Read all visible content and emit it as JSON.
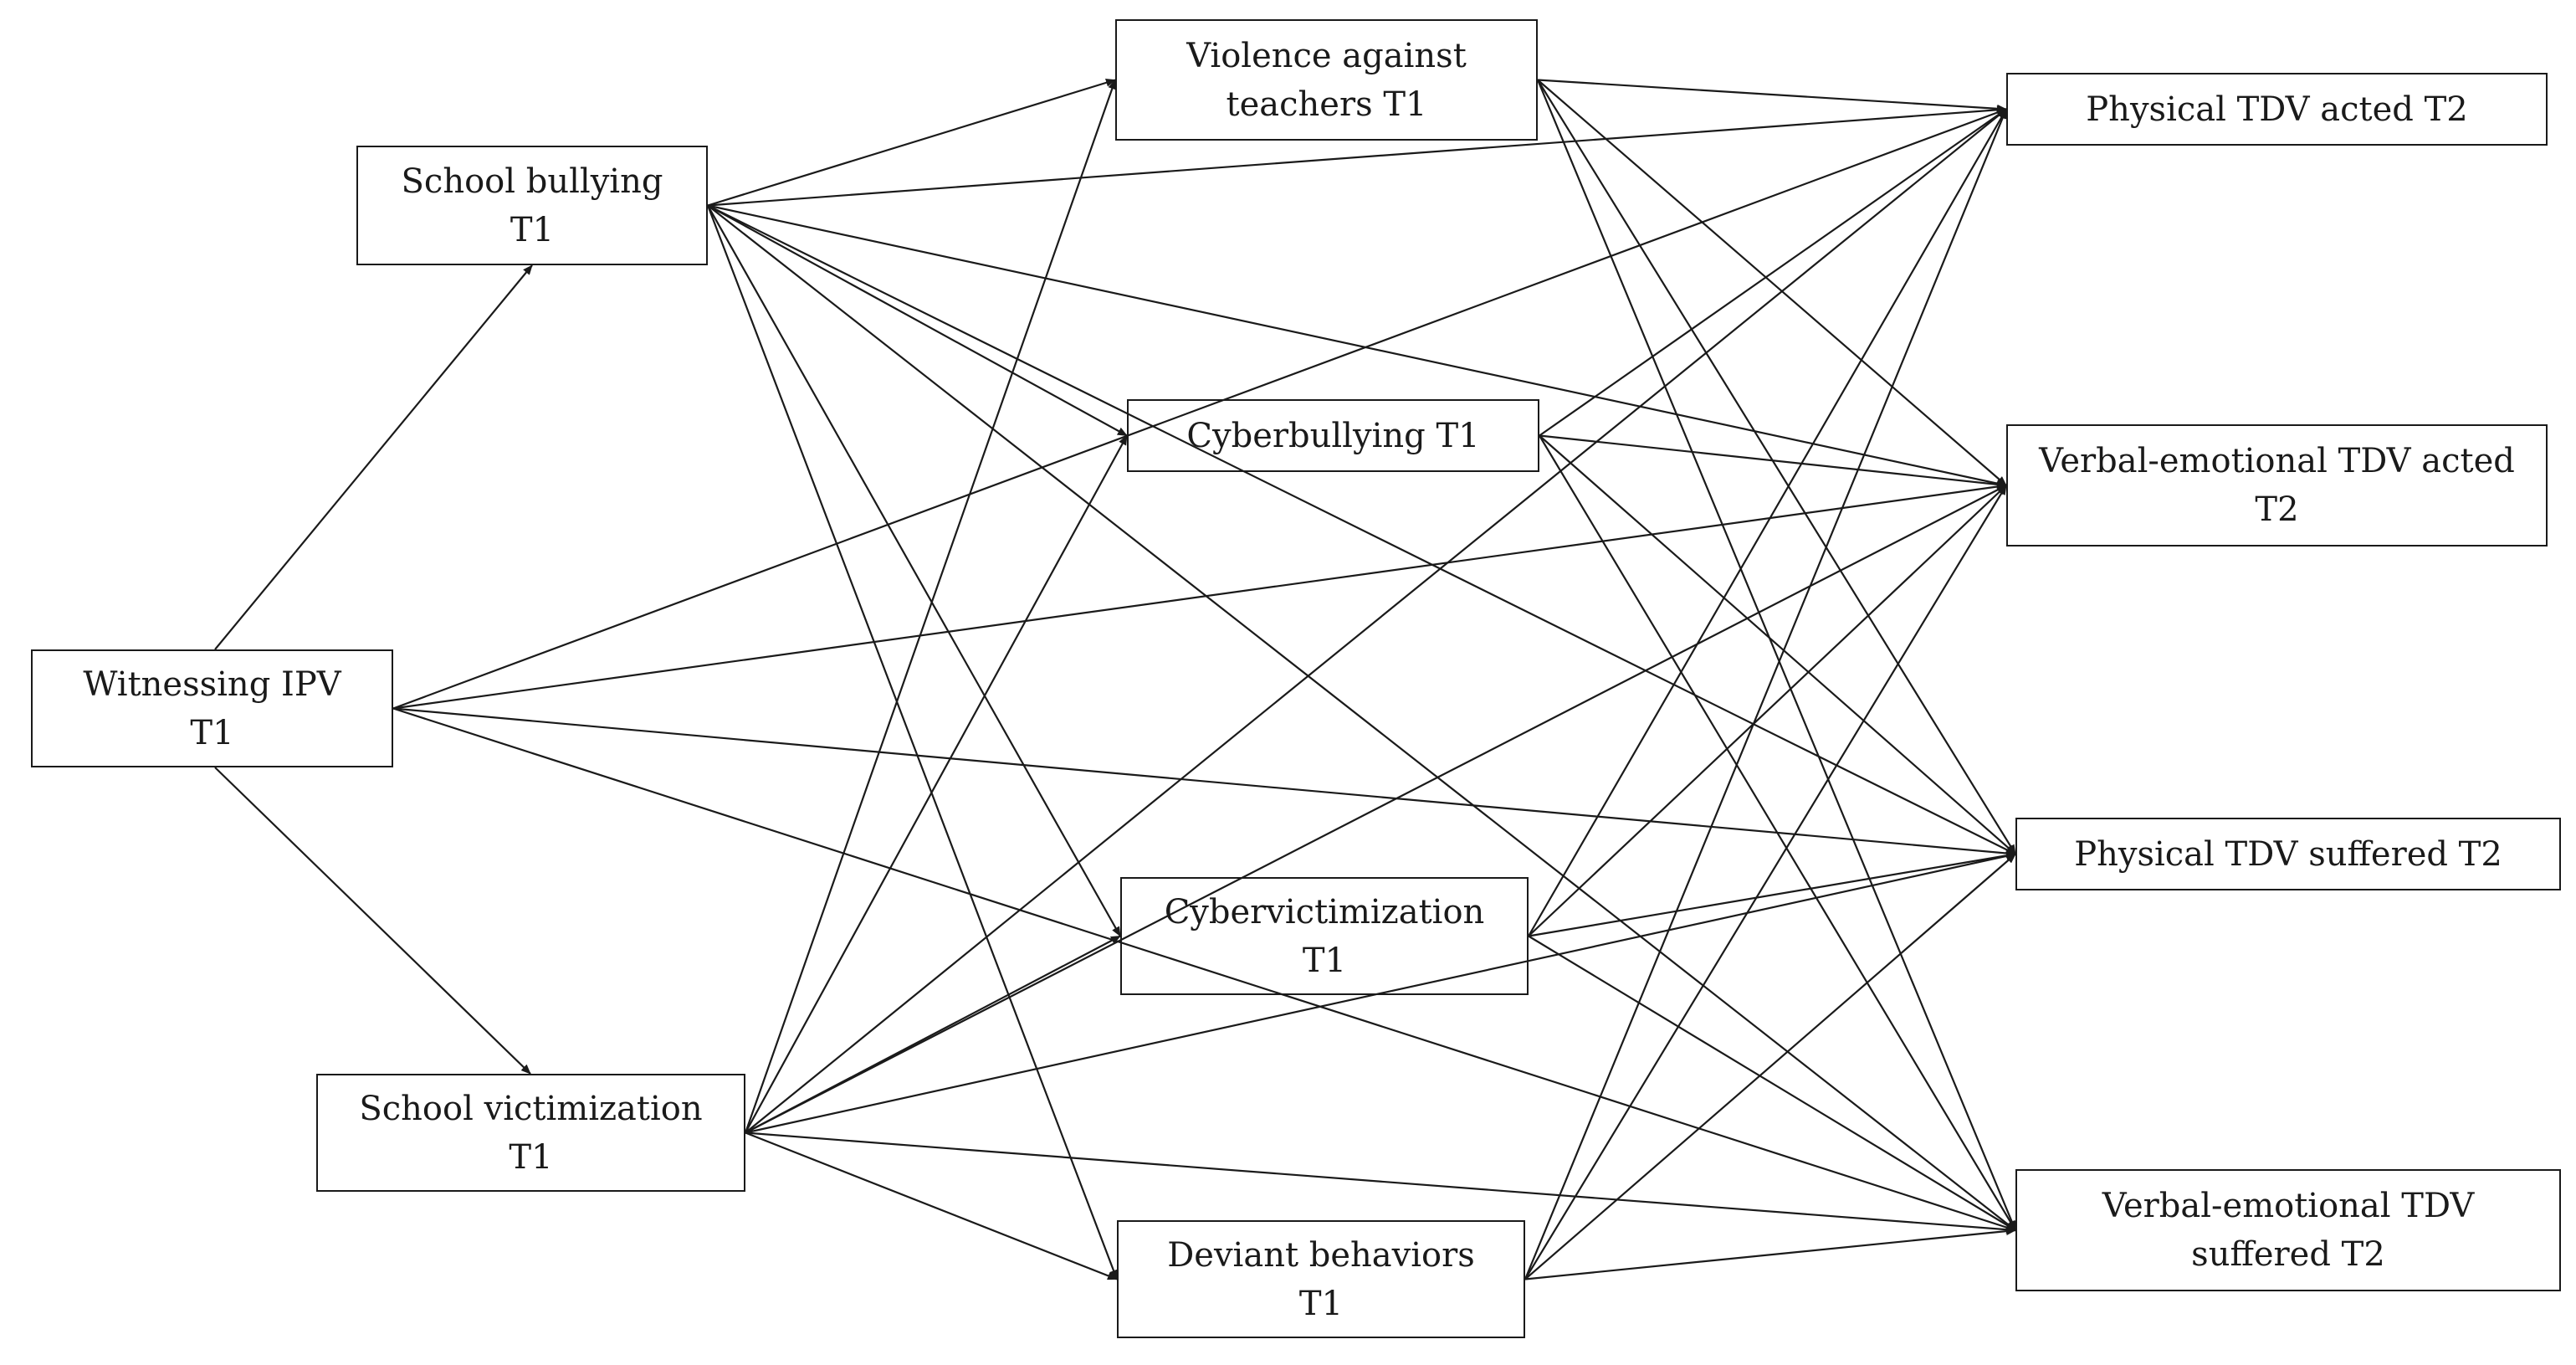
{
  "diagram": {
    "nodes": [
      {
        "id": "witnessing_ipv",
        "lines": [
          "Witnessing IPV",
          "T1"
        ]
      },
      {
        "id": "school_bullying",
        "lines": [
          "School bullying",
          "T1"
        ]
      },
      {
        "id": "school_victimization",
        "lines": [
          "School victimization",
          "T1"
        ]
      },
      {
        "id": "violence_teachers",
        "lines": [
          "Violence against",
          "teachers T1"
        ]
      },
      {
        "id": "cyberbullying",
        "lines": [
          "Cyberbullying T1"
        ]
      },
      {
        "id": "cybervictimization",
        "lines": [
          "Cybervictimization",
          "T1"
        ]
      },
      {
        "id": "deviant_behaviors",
        "lines": [
          "Deviant behaviors",
          "T1"
        ]
      },
      {
        "id": "physical_acted",
        "lines": [
          "Physical TDV acted T2"
        ]
      },
      {
        "id": "verbal_acted",
        "lines": [
          "Verbal-emotional TDV acted",
          "T2"
        ]
      },
      {
        "id": "physical_suffered",
        "lines": [
          "Physical TDV suffered T2"
        ]
      },
      {
        "id": "verbal_suffered",
        "lines": [
          "Verbal-emotional TDV",
          "suffered T2"
        ]
      }
    ],
    "edges": [
      [
        "witnessing_ipv",
        "school_bullying"
      ],
      [
        "witnessing_ipv",
        "school_victimization"
      ],
      [
        "witnessing_ipv",
        "physical_acted"
      ],
      [
        "witnessing_ipv",
        "verbal_acted"
      ],
      [
        "witnessing_ipv",
        "physical_suffered"
      ],
      [
        "witnessing_ipv",
        "verbal_suffered"
      ],
      [
        "school_bullying",
        "violence_teachers"
      ],
      [
        "school_bullying",
        "cyberbullying"
      ],
      [
        "school_bullying",
        "cybervictimization"
      ],
      [
        "school_bullying",
        "deviant_behaviors"
      ],
      [
        "school_bullying",
        "physical_acted"
      ],
      [
        "school_bullying",
        "verbal_acted"
      ],
      [
        "school_bullying",
        "physical_suffered"
      ],
      [
        "school_bullying",
        "verbal_suffered"
      ],
      [
        "school_victimization",
        "violence_teachers"
      ],
      [
        "school_victimization",
        "cyberbullying"
      ],
      [
        "school_victimization",
        "cybervictimization"
      ],
      [
        "school_victimization",
        "deviant_behaviors"
      ],
      [
        "school_victimization",
        "physical_acted"
      ],
      [
        "school_victimization",
        "verbal_acted"
      ],
      [
        "school_victimization",
        "physical_suffered"
      ],
      [
        "school_victimization",
        "verbal_suffered"
      ],
      [
        "violence_teachers",
        "physical_acted"
      ],
      [
        "violence_teachers",
        "verbal_acted"
      ],
      [
        "violence_teachers",
        "physical_suffered"
      ],
      [
        "violence_teachers",
        "verbal_suffered"
      ],
      [
        "cyberbullying",
        "physical_acted"
      ],
      [
        "cyberbullying",
        "verbal_acted"
      ],
      [
        "cyberbullying",
        "physical_suffered"
      ],
      [
        "cyberbullying",
        "verbal_suffered"
      ],
      [
        "cybervictimization",
        "physical_acted"
      ],
      [
        "cybervictimization",
        "verbal_acted"
      ],
      [
        "cybervictimization",
        "physical_suffered"
      ],
      [
        "cybervictimization",
        "verbal_suffered"
      ],
      [
        "deviant_behaviors",
        "physical_acted"
      ],
      [
        "deviant_behaviors",
        "verbal_acted"
      ],
      [
        "deviant_behaviors",
        "physical_suffered"
      ],
      [
        "deviant_behaviors",
        "verbal_suffered"
      ]
    ],
    "colors": {
      "line": "#1a1a1a",
      "box_border": "#1a1a1a",
      "background": "#ffffff"
    }
  }
}
